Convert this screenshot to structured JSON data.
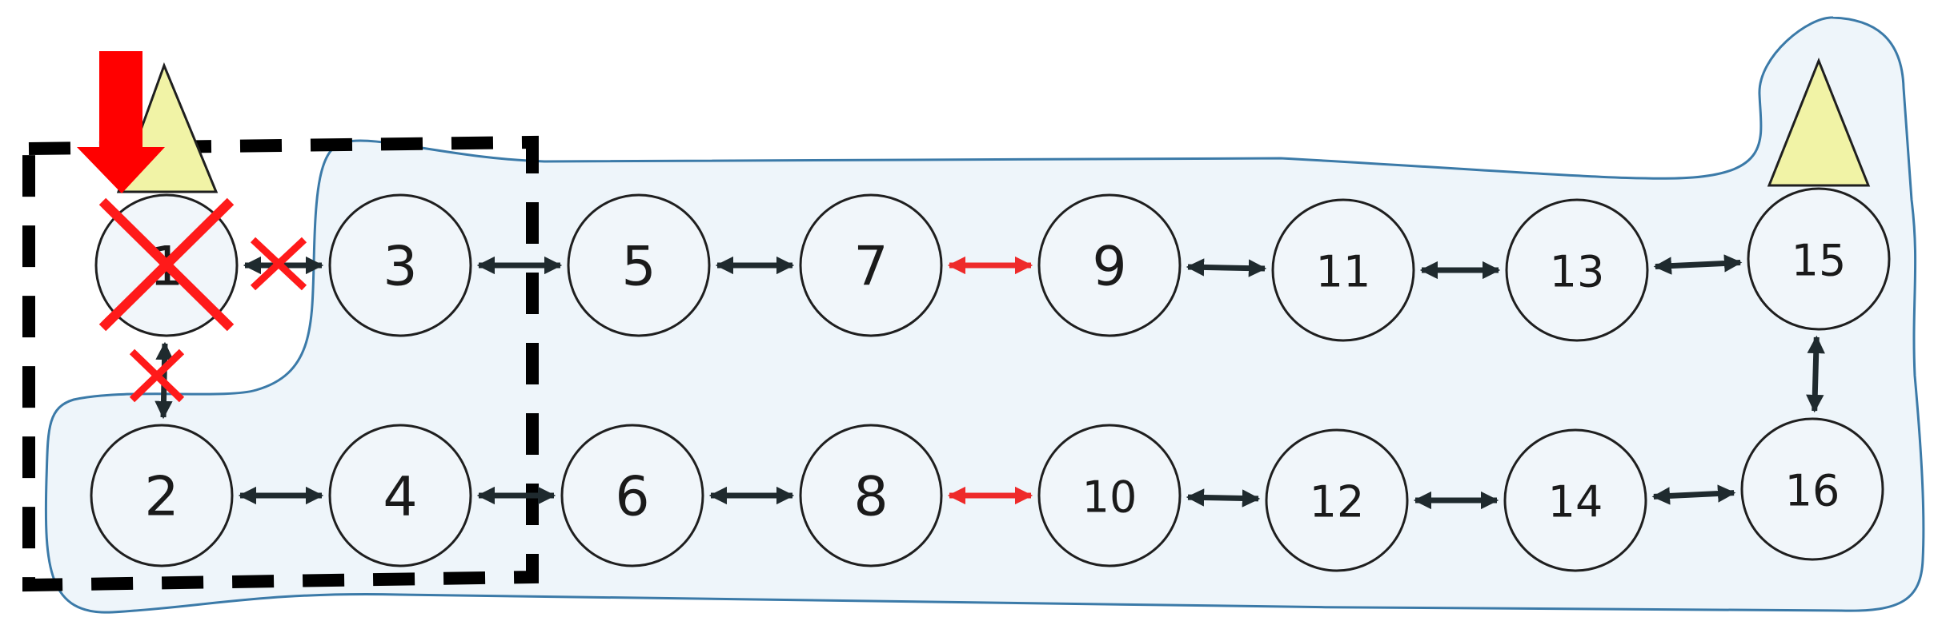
{
  "colors": {
    "region_fill": "#eef5fa",
    "region_stroke": "#3b7aa8",
    "node_stroke": "#1f1f1f",
    "link_normal": "#1f2a2e",
    "link_highlight": "#ee2a2a",
    "failure_mark": "#ff1a1a",
    "arrow_marker": "#ff0000",
    "triangle_fill": "#f1f3a6",
    "triangle_stroke": "#1f1f1f",
    "dashed_box": "#000000"
  },
  "nodes": [
    {
      "id": "1",
      "label": "1",
      "failed": true
    },
    {
      "id": "2",
      "label": "2"
    },
    {
      "id": "3",
      "label": "3"
    },
    {
      "id": "4",
      "label": "4"
    },
    {
      "id": "5",
      "label": "5"
    },
    {
      "id": "6",
      "label": "6"
    },
    {
      "id": "7",
      "label": "7"
    },
    {
      "id": "8",
      "label": "8"
    },
    {
      "id": "9",
      "label": "9"
    },
    {
      "id": "10",
      "label": "10"
    },
    {
      "id": "11",
      "label": "11"
    },
    {
      "id": "12",
      "label": "12"
    },
    {
      "id": "13",
      "label": "13"
    },
    {
      "id": "14",
      "label": "14"
    },
    {
      "id": "15",
      "label": "15"
    },
    {
      "id": "16",
      "label": "16"
    }
  ],
  "links": [
    {
      "from": "1",
      "to": "3",
      "type": "bidirectional",
      "style": "normal",
      "failed": true
    },
    {
      "from": "1",
      "to": "2",
      "type": "bidirectional",
      "style": "normal",
      "failed": true
    },
    {
      "from": "3",
      "to": "5",
      "type": "bidirectional",
      "style": "normal"
    },
    {
      "from": "5",
      "to": "7",
      "type": "bidirectional",
      "style": "normal"
    },
    {
      "from": "7",
      "to": "9",
      "type": "bidirectional",
      "style": "highlight"
    },
    {
      "from": "9",
      "to": "11",
      "type": "bidirectional",
      "style": "normal"
    },
    {
      "from": "11",
      "to": "13",
      "type": "bidirectional",
      "style": "normal"
    },
    {
      "from": "13",
      "to": "15",
      "type": "bidirectional",
      "style": "normal"
    },
    {
      "from": "15",
      "to": "16",
      "type": "bidirectional",
      "style": "normal"
    },
    {
      "from": "2",
      "to": "4",
      "type": "bidirectional",
      "style": "normal"
    },
    {
      "from": "4",
      "to": "6",
      "type": "bidirectional",
      "style": "normal"
    },
    {
      "from": "6",
      "to": "8",
      "type": "bidirectional",
      "style": "normal"
    },
    {
      "from": "8",
      "to": "10",
      "type": "bidirectional",
      "style": "highlight"
    },
    {
      "from": "10",
      "to": "12",
      "type": "bidirectional",
      "style": "normal"
    },
    {
      "from": "12",
      "to": "14",
      "type": "bidirectional",
      "style": "normal"
    },
    {
      "from": "14",
      "to": "16",
      "type": "bidirectional",
      "style": "normal"
    }
  ],
  "markers": [
    {
      "kind": "triangle",
      "attached_to": "1"
    },
    {
      "kind": "triangle",
      "attached_to": "15"
    },
    {
      "kind": "down-arrow",
      "attached_to": "1"
    }
  ]
}
